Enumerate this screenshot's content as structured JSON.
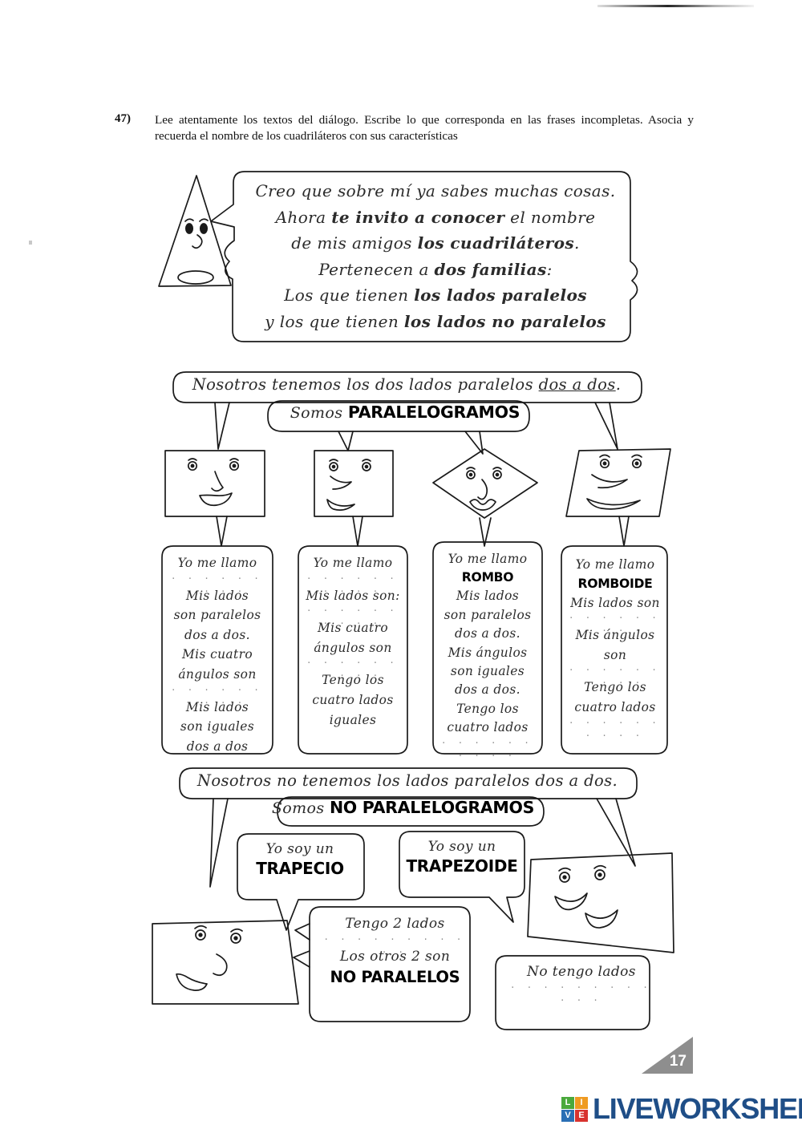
{
  "exercise": {
    "number": "47)",
    "instructions": "Lee atentamente los textos del diálogo. Escribe lo que corresponda en las frases incompletas. Asocia y recuerda el nombre de los cuadriláteros con sus características"
  },
  "intro_bubble": {
    "line1_a": "Creo que sobre mí ya sabes muchas cosas.",
    "line2_a": "Ahora ",
    "line2_b": "te invito a conocer",
    "line2_c": " el nombre",
    "line3_a": "de mis amigos ",
    "line3_b": "los cuadriláteros",
    "line3_c": ".",
    "line4_a": "Pertenecen a ",
    "line4_b": "dos familias",
    "line4_c": ":",
    "line5_a": "Los que tienen ",
    "line5_b": "los lados paralelos",
    "line6_a": "y los que tienen ",
    "line6_b": "los lados no paralelos"
  },
  "parallelogram_banner": {
    "line1_a": "Nosotros tenemos los dos lados paralelos ",
    "line1_b": "dos a dos",
    "line1_c": ".",
    "line2_a": "Somos ",
    "line2_b": "PARALELOGRAMOS"
  },
  "non_parallelogram_banner": {
    "line1": "Nosotros no tenemos los lados paralelos dos a dos.",
    "line2_a": "Somos ",
    "line2_b": "NO PARALELOGRAMOS"
  },
  "shapes": [
    {
      "name": "rectangle-face",
      "label": ""
    },
    {
      "name": "square-face",
      "label": ""
    },
    {
      "name": "rhombus-face",
      "label": ""
    },
    {
      "name": "rhomboid-face",
      "label": ""
    }
  ],
  "cards": [
    {
      "id": "card-rectangulo",
      "intro": "Yo me llamo",
      "answer": "",
      "lines": [
        "Mis lados",
        "son paralelos",
        "dos a dos.",
        "Mis cuatro",
        "ángulos son"
      ],
      "lines2": [
        "Mis lados",
        "son iguales",
        "dos a dos"
      ],
      "blank_after_intro": true,
      "blank_mid": true,
      "blank_end": false
    },
    {
      "id": "card-cuadrado",
      "intro": "Yo me llamo",
      "answer": "",
      "lines": [
        "Mis lados son:"
      ],
      "lines2": [
        "Mis cuatro",
        "ángulos son"
      ],
      "lines3": [
        "Tengo los",
        "cuatro lados",
        "iguales"
      ],
      "blank_after_intro": true,
      "blank_mid": true,
      "blank_end": false
    },
    {
      "id": "card-rombo",
      "intro": "Yo me llamo",
      "answer": "ROMBO",
      "answer_suffix": ".",
      "lines": [
        "Mis lados",
        "son paralelos",
        "dos a dos.",
        "Mis ángulos",
        "son iguales",
        "dos a dos.",
        "Tengo los",
        "cuatro lados"
      ],
      "blank_end": true
    },
    {
      "id": "card-romboide",
      "intro": "Yo me llamo",
      "answer": "ROMBOIDE",
      "answer_suffix": ".",
      "lines": [
        "Mis lados son"
      ],
      "lines2": [
        "Mis ángulos",
        "son"
      ],
      "lines3": [
        "Tengo los",
        "cuatro lados"
      ],
      "blank_mid": true,
      "blank_end": true
    }
  ],
  "trapecio_bubble": {
    "line1": "Yo soy un",
    "line2": "TRAPECIO"
  },
  "trapezoide_bubble": {
    "line1": "Yo soy un",
    "line2": "TRAPEZOIDE"
  },
  "trapecio_card": {
    "line1": "Tengo 2 lados",
    "line2": "Los otros 2 son",
    "line3": "NO PARALELOS"
  },
  "trapezoide_card": {
    "line1": "No tengo lados"
  },
  "footer": {
    "page_number": "17",
    "logo_letters": [
      "L",
      "I",
      "V",
      "E"
    ],
    "logo_word": "LIVEWORKSHEETS",
    "logo_colors": {
      "L": "#4aa93c",
      "I": "#ef9b22",
      "V": "#2a6fb5",
      "E": "#d8332f",
      "word": "#1f4e87"
    }
  }
}
